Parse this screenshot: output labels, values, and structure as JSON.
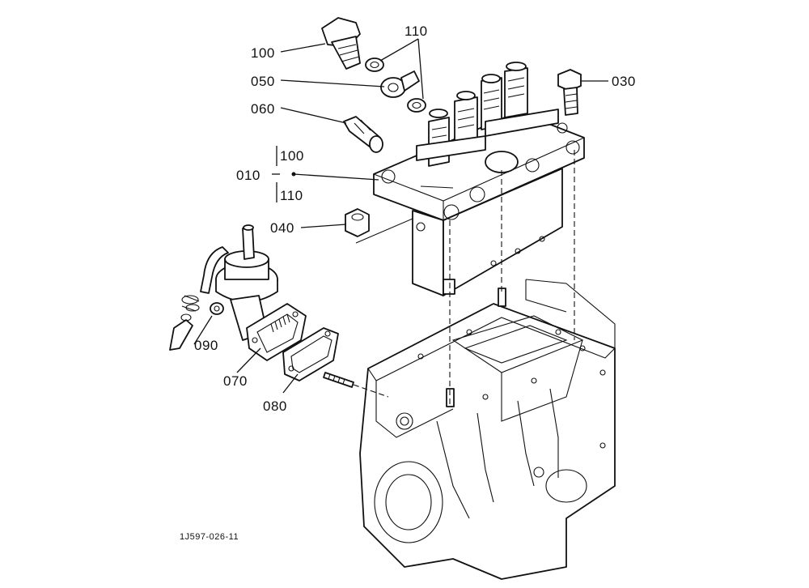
{
  "figure_code": "1J597-026-11",
  "callouts": [
    {
      "id": "c100",
      "text": "100"
    },
    {
      "id": "c110",
      "text": "110"
    },
    {
      "id": "c050",
      "text": "050"
    },
    {
      "id": "c030",
      "text": "030"
    },
    {
      "id": "c060",
      "text": "060"
    },
    {
      "id": "c010",
      "text": "010"
    },
    {
      "id": "c010a",
      "text": "100"
    },
    {
      "id": "c010b",
      "text": "110"
    },
    {
      "id": "c040",
      "text": "040"
    },
    {
      "id": "c090",
      "text": "090"
    },
    {
      "id": "c070",
      "text": "070"
    },
    {
      "id": "c080",
      "text": "080"
    }
  ]
}
